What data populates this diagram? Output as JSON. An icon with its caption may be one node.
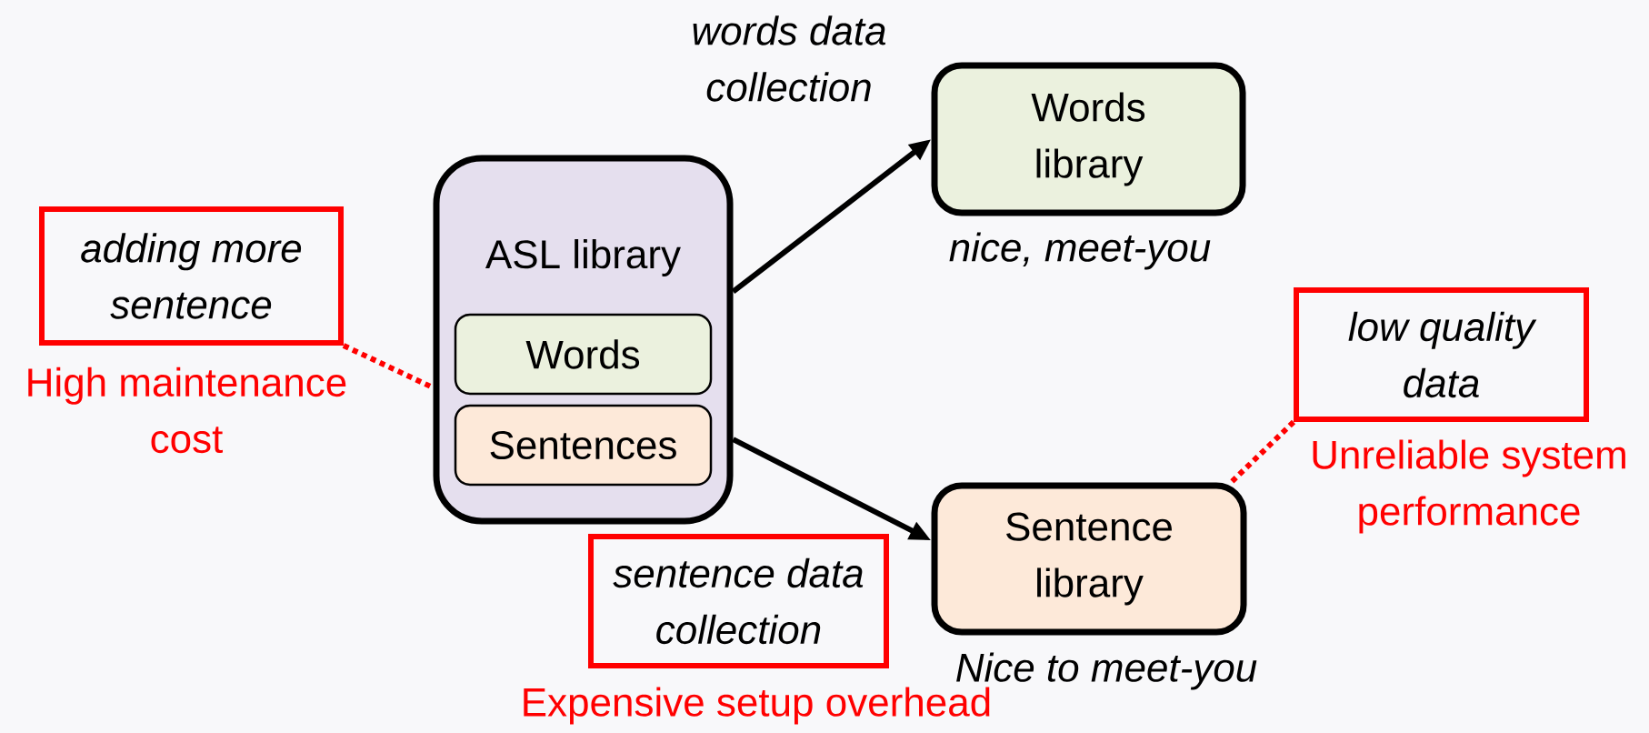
{
  "diagram": {
    "nodes": [
      {
        "text": [
          "ASL library"
        ]
      },
      {
        "text": [
          "Words"
        ],
        "in": 0
      },
      {
        "text": [
          "Sentences"
        ],
        "in": 0
      },
      {
        "text": [
          "Words library"
        ],
        "beside": [
          "nice, meet-you"
        ]
      },
      {
        "text": [
          "Sentence library"
        ],
        "beside": [
          "Nice to meet-you"
        ]
      },
      {
        "text": [
          "adding more sentence"
        ],
        "beside": [
          "High maintenance cost"
        ]
      },
      {
        "text": [
          "low quality data"
        ],
        "beside": [
          "Unreliable system performance"
        ]
      },
      {
        "text": [
          "sentence data collection"
        ],
        "beside": [
          "Expensive setup overhead"
        ]
      }
    ],
    "edges": [
      {
        "from": 0,
        "to": 3,
        "arrow": "to",
        "label": "words data collection"
      },
      {
        "from": 0,
        "to": 4,
        "arrow": "to"
      },
      {
        "from": 5,
        "to": 0,
        "arrow": "none",
        "style": "dashed",
        "color": "#ff0000"
      },
      {
        "from": 6,
        "to": 4,
        "arrow": "none",
        "style": "dashed",
        "color": "#ff0000"
      }
    ]
  }
}
